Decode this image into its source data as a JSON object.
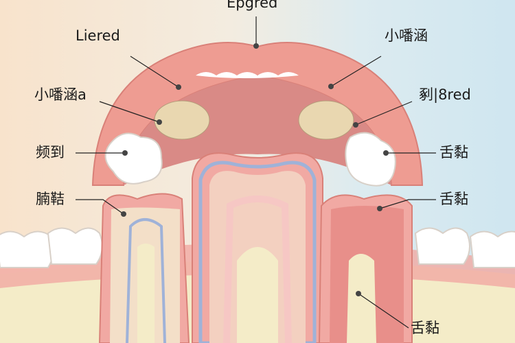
{
  "labels": {
    "top": "Epgred",
    "upper_left": "Liered",
    "upper_right": "小噃涵",
    "mid_left": "小噃涵a",
    "mid_right": "剢|8red",
    "molar_left": "频到",
    "molar_right": "舌黏",
    "lower_left": "腩鞊",
    "lower_right": "舌黏",
    "bottom": "舌黏"
  },
  "colors": {
    "lip": "#ee9c92",
    "gum": "#f1a9a3",
    "tooth": "#ffffff",
    "bone": "#f4ecc8",
    "pulp": "#f6c7c4",
    "nerve": "#9fb2d8"
  }
}
